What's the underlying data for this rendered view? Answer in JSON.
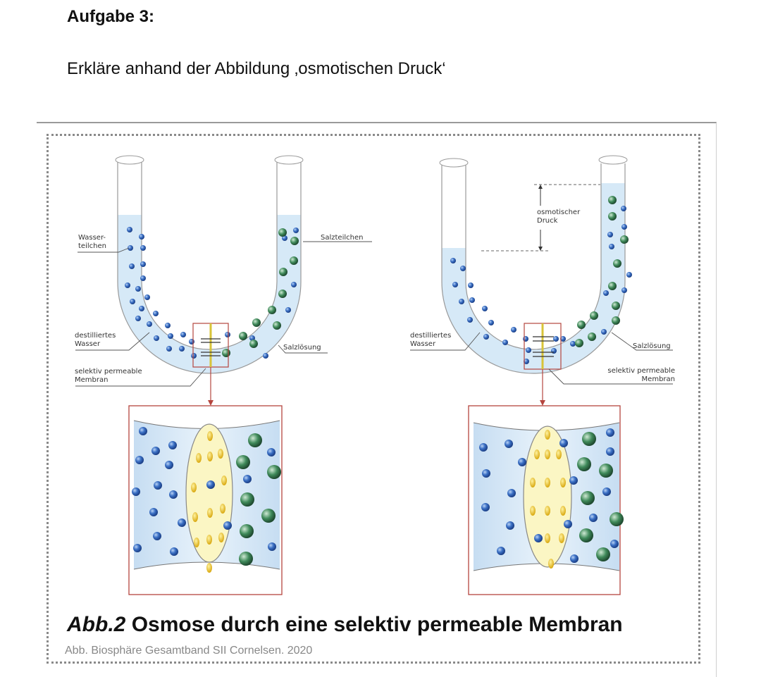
{
  "task": {
    "title": "Aufgabe 3:",
    "instruction": "Erkläre anhand der Abbildung ‚osmotischen Druck‘"
  },
  "figure": {
    "caption_prefix": "Abb.2",
    "caption_text": "Osmose durch eine selektiv permeable Membran",
    "source": "Abb. Biosphäre Gesamtband SII Cornelsen. 2020",
    "left_diagram": {
      "labels": {
        "water_particles": [
          "Wasser-",
          "teilchen"
        ],
        "salt_particles": "Salzteilchen",
        "distilled_water": [
          "destilliertes",
          "Wasser"
        ],
        "salt_solution": "Salzlösung",
        "membrane": [
          "selektiv permeable",
          "Membran"
        ]
      }
    },
    "right_diagram": {
      "labels": {
        "osmotic_pressure": [
          "osmotischer",
          "Druck"
        ],
        "distilled_water": [
          "destilliertes",
          "Wasser"
        ],
        "salt_solution": "Salzlösung",
        "membrane": [
          "selektiv permeable",
          "Membran"
        ]
      }
    },
    "colors": {
      "water": "#3a6fc4",
      "salt": "#3f8a5a",
      "solution": "#d6e9f7",
      "membrane": "#fbf6c4",
      "pore": "#e6c21c",
      "box": "#b5453e"
    }
  }
}
